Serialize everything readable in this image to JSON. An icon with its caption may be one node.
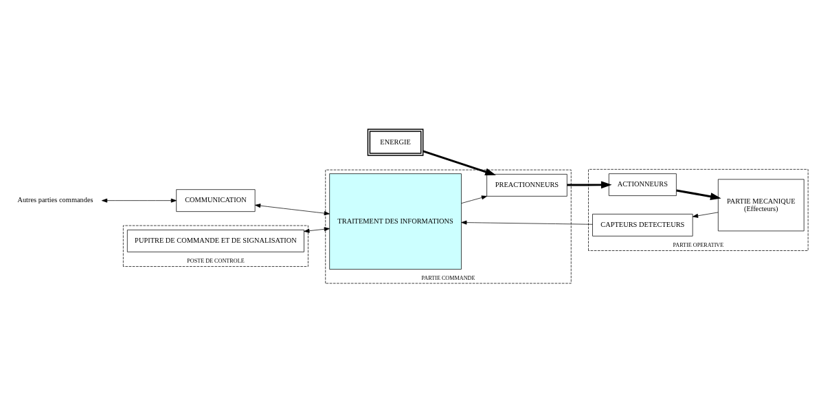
{
  "diagram": {
    "nodes": [
      {
        "text": [
          "Autres parties commandes"
        ]
      },
      {
        "text": [
          "ENERGIE"
        ]
      },
      {
        "text": [
          "POSTE DE CONTROLE"
        ]
      },
      {
        "text": [
          "PUPITRE DE COMMANDE ET DE SIGNALISATION"
        ],
        "in": 2
      },
      {
        "text": [
          "PARTIE COMMANDE"
        ]
      },
      {
        "text": [
          "TRAITEMENT DES INFORMATIONS"
        ],
        "in": 4
      },
      {
        "text": [
          "PREACTIONNEURS"
        ],
        "in": 4
      },
      {
        "text": [
          "COMMUNICATION"
        ]
      },
      {
        "text": [
          "PARTIE OPERATIVE"
        ]
      },
      {
        "text": [
          "ACTIONNEURS"
        ],
        "in": 8
      },
      {
        "text": [
          "PARTIE MECANIQUE",
          "(Effecteurs)"
        ],
        "in": 8
      },
      {
        "text": [
          "CAPTEURS DETECTEURS"
        ],
        "in": 8
      }
    ],
    "edges": [
      {
        "from": 0,
        "to": 7,
        "arrow": "both"
      },
      {
        "from": 7,
        "to": 5,
        "arrow": "both"
      },
      {
        "from": 5,
        "to": 6,
        "arrow": "to"
      },
      {
        "from": 1,
        "to": 6,
        "arrow": "to",
        "style": "thick"
      },
      {
        "from": 6,
        "to": 9,
        "arrow": "to",
        "style": "thick"
      },
      {
        "from": 9,
        "to": 10,
        "arrow": "to",
        "style": "thick"
      },
      {
        "from": 10,
        "to": 11,
        "arrow": "to"
      },
      {
        "from": 11,
        "to": 5,
        "arrow": "to"
      },
      {
        "from": 3,
        "to": 5,
        "arrow": "both"
      }
    ]
  }
}
